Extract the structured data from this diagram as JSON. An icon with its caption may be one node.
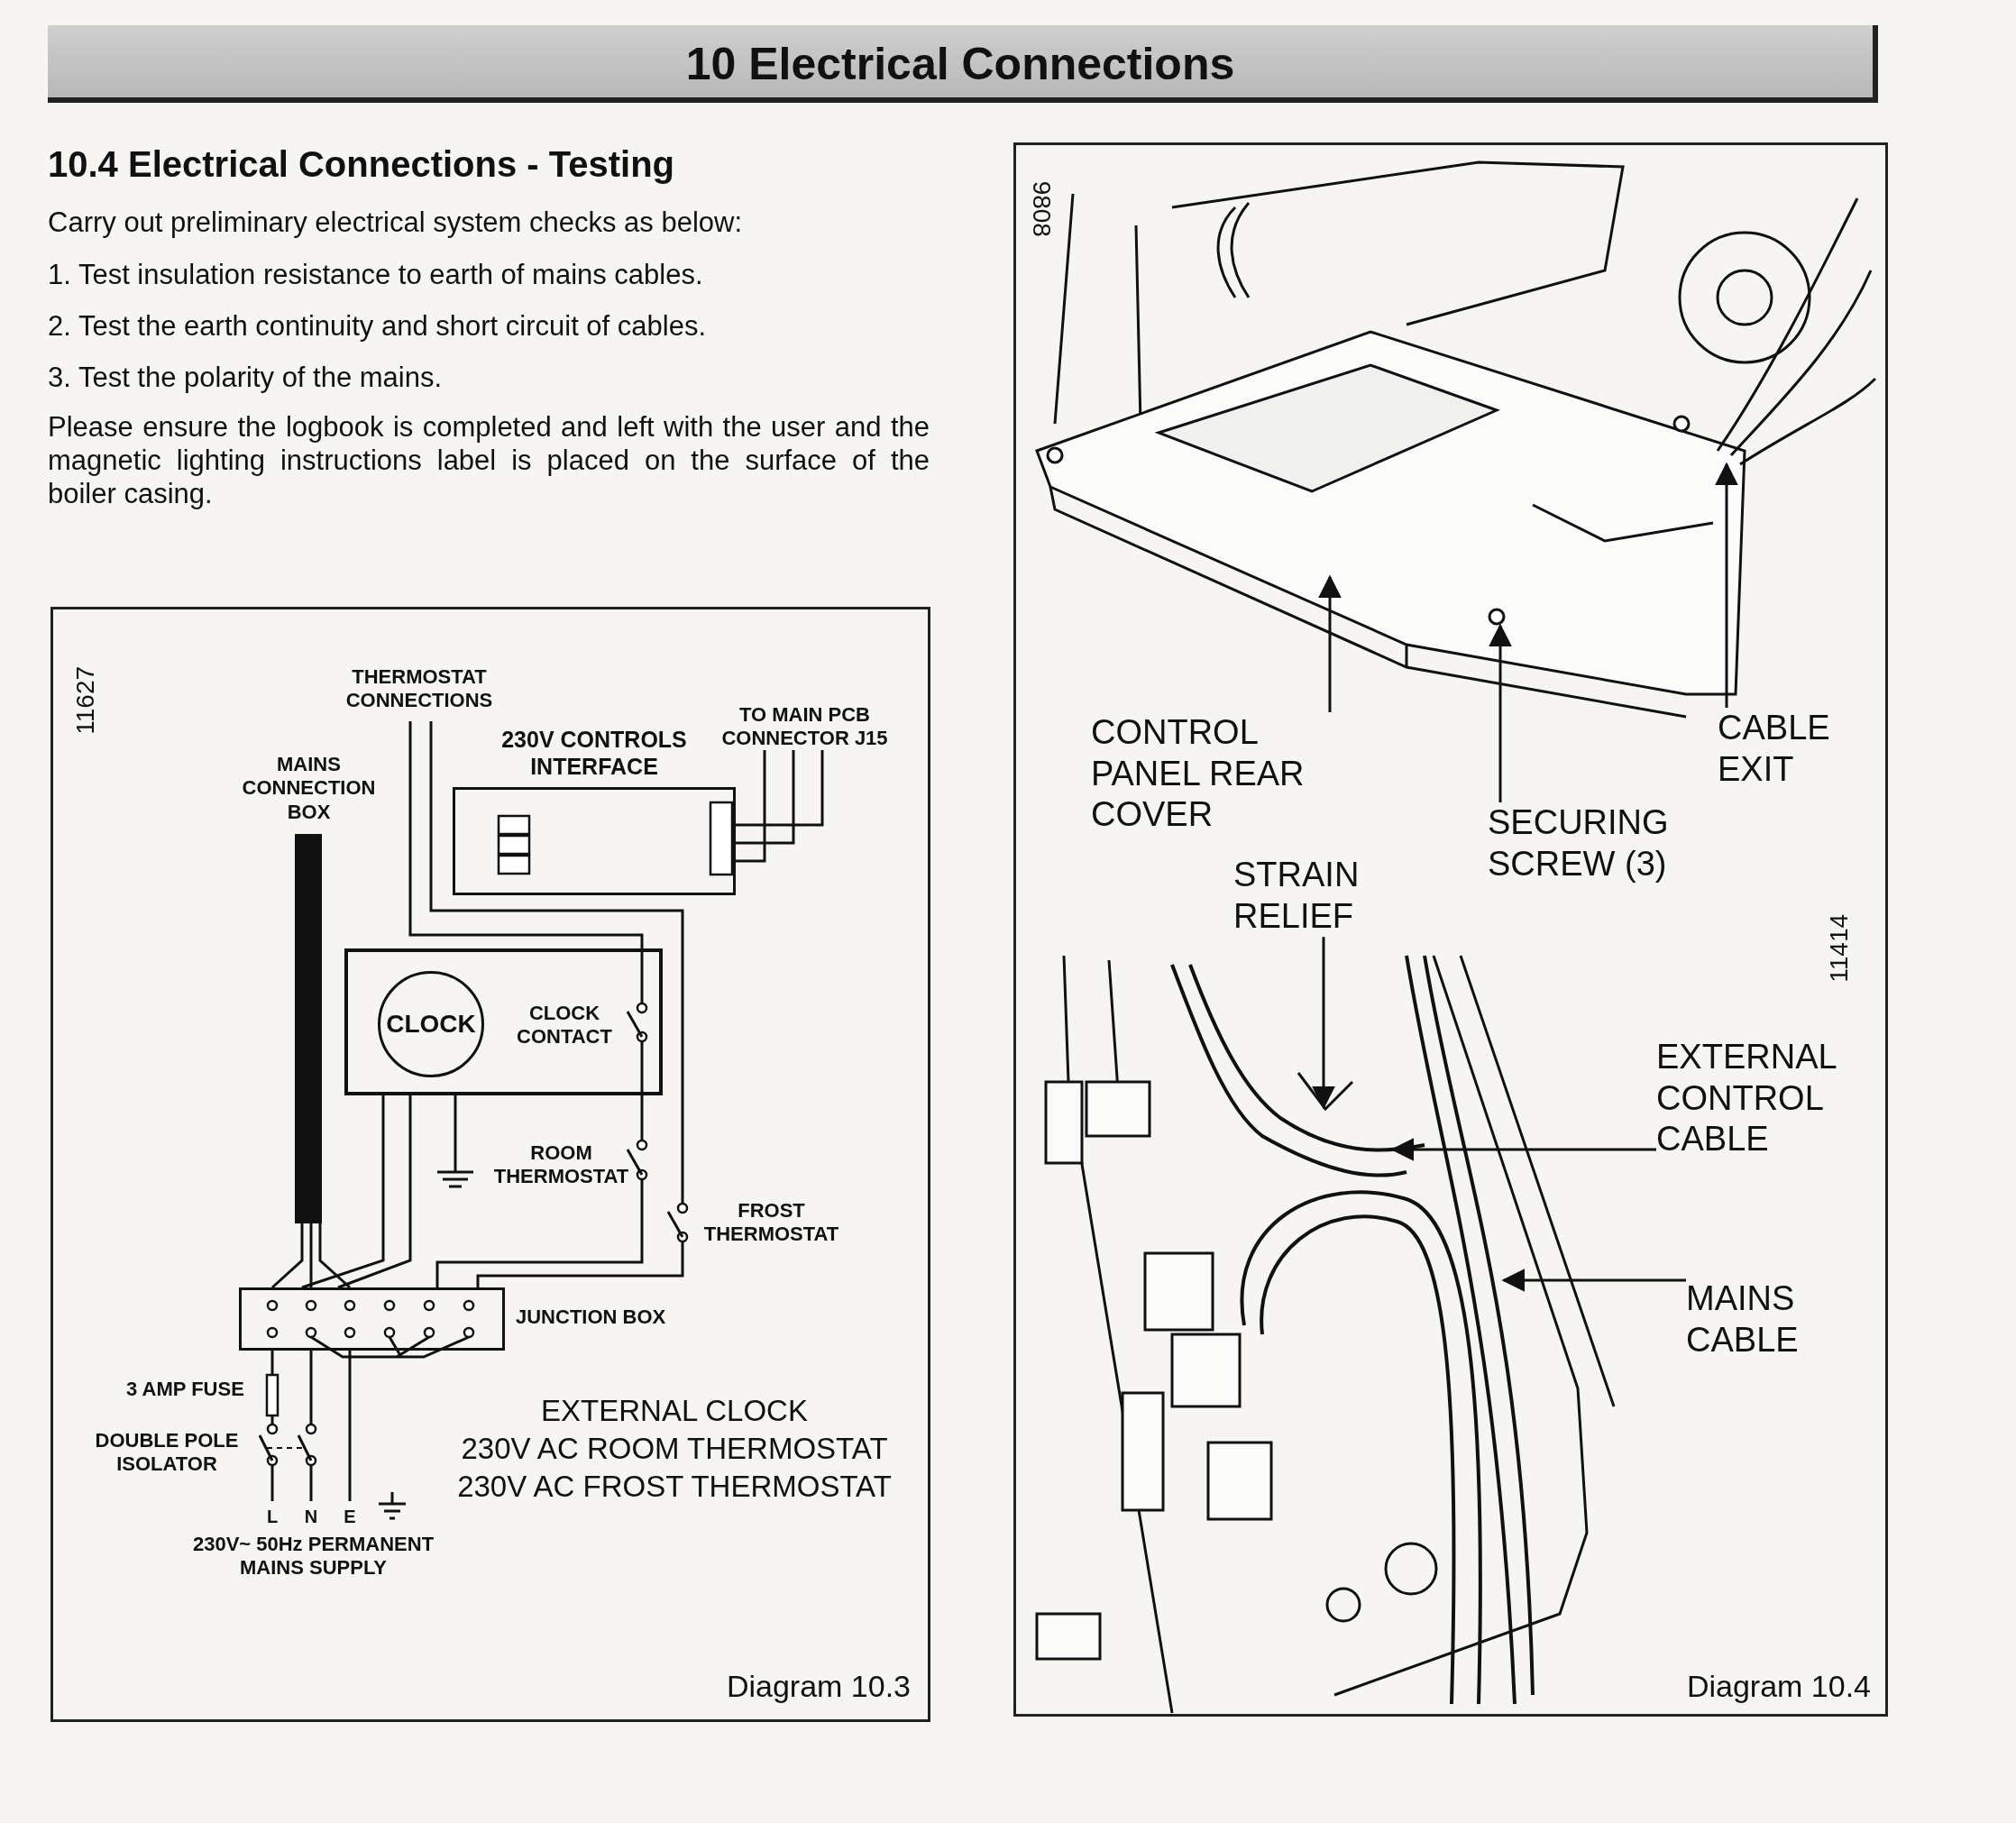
{
  "diagram": {
    "title": "10 Electrical Connections",
    "nodes": [
      {
        "text": [
          "230V CONTROLS INTERFACE"
        ]
      },
      {
        "text": [
          "CLOCK CONTACT"
        ]
      },
      {
        "text": [
          "CLOCK"
        ],
        "in": 1
      },
      {
        "text": [
          "JUNCTION BOX"
        ]
      },
      {
        "text": [
          "MAINS CONNECTION BOX"
        ]
      },
      {
        "text": [
          "CONTROL PANEL REAR COVER"
        ]
      },
      {
        "text": [
          "SECURING SCREW (3)"
        ]
      },
      {
        "text": [
          "CABLE EXIT"
        ]
      },
      {
        "text": [
          "STRAIN RELIEF"
        ]
      },
      {
        "text": [
          "EXTERNAL CONTROL CABLE"
        ]
      },
      {
        "text": [
          "MAINS CABLE"
        ]
      }
    ],
    "edges": [
      {
        "from": 4,
        "to": 3,
        "arrow": "none"
      },
      {
        "from": 1,
        "to": 3,
        "arrow": "none"
      },
      {
        "from": 5,
        "to": null,
        "arrow": "to"
      },
      {
        "from": 6,
        "to": null,
        "arrow": "to"
      },
      {
        "from": 7,
        "to": null,
        "arrow": "to"
      },
      {
        "from": 8,
        "to": null,
        "arrow": "to"
      },
      {
        "from": 9,
        "to": null,
        "arrow": "to"
      },
      {
        "from": 10,
        "to": null,
        "arrow": "to"
      }
    ],
    "labels": [
      "10.4 Electrical Connections - Testing",
      "Carry out preliminary electrical system checks as below:",
      "1. Test insulation resistance to earth of mains cables.",
      "2. Test the earth continuity and short circuit of cables.",
      "3. Test the polarity of the mains.",
      "Please ensure the logbook is completed and left with the user and the magnetic lighting instructions label is placed on the surface of the boiler casing.",
      "11627",
      "THERMOSTAT CONNECTIONS",
      "TO MAIN PCB CONNECTOR J15",
      "ROOM THERMOSTAT",
      "FROST THERMOSTAT",
      "3 AMP FUSE",
      "DOUBLE POLE ISOLATOR",
      "L",
      "N",
      "E",
      "230V~ 50Hz PERMANENT MAINS SUPPLY",
      "EXTERNAL CLOCK",
      "230V AC ROOM THERMOSTAT",
      "230V AC FROST THERMOSTAT",
      "Diagram 10.3",
      "9808",
      "11414",
      "Diagram 10.4"
    ]
  }
}
